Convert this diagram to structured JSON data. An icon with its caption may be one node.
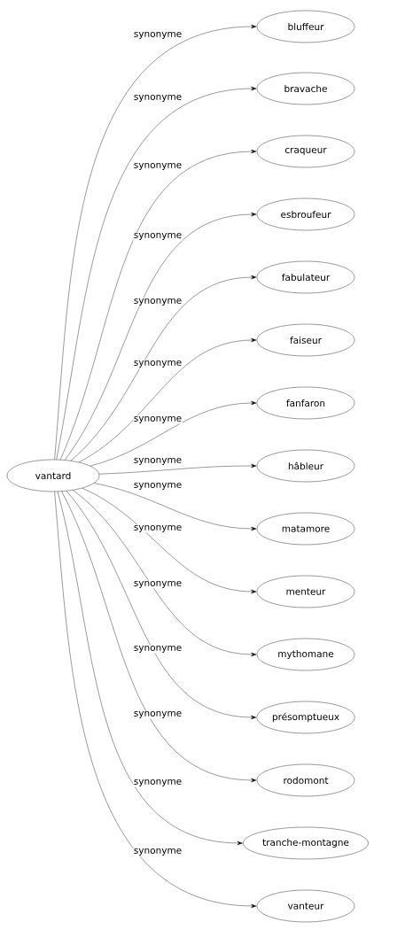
{
  "diagram": {
    "nodes": [
      {
        "text": [
          "vantard"
        ]
      },
      {
        "text": [
          "bluffeur"
        ]
      },
      {
        "text": [
          "bravache"
        ]
      },
      {
        "text": [
          "craqueur"
        ]
      },
      {
        "text": [
          "esbroufeur"
        ]
      },
      {
        "text": [
          "fabulateur"
        ]
      },
      {
        "text": [
          "faiseur"
        ]
      },
      {
        "text": [
          "fanfaron"
        ]
      },
      {
        "text": [
          "hâbleur"
        ]
      },
      {
        "text": [
          "matamore"
        ]
      },
      {
        "text": [
          "menteur"
        ]
      },
      {
        "text": [
          "mythomane"
        ]
      },
      {
        "text": [
          "présomptueux"
        ]
      },
      {
        "text": [
          "rodomont"
        ]
      },
      {
        "text": [
          "tranche-montagne"
        ]
      },
      {
        "text": [
          "vanteur"
        ]
      }
    ],
    "edges": [
      {
        "from": 0,
        "to": 1,
        "arrow": "to",
        "label": "synonyme"
      },
      {
        "from": 0,
        "to": 2,
        "arrow": "to",
        "label": "synonyme"
      },
      {
        "from": 0,
        "to": 3,
        "arrow": "to",
        "label": "synonyme"
      },
      {
        "from": 0,
        "to": 4,
        "arrow": "to",
        "label": "synonyme"
      },
      {
        "from": 0,
        "to": 5,
        "arrow": "to",
        "label": "synonyme"
      },
      {
        "from": 0,
        "to": 6,
        "arrow": "to",
        "label": "synonyme"
      },
      {
        "from": 0,
        "to": 7,
        "arrow": "to",
        "label": "synonyme"
      },
      {
        "from": 0,
        "to": 8,
        "arrow": "to",
        "label": "synonyme"
      },
      {
        "from": 0,
        "to": 9,
        "arrow": "to",
        "label": "synonyme"
      },
      {
        "from": 0,
        "to": 10,
        "arrow": "to",
        "label": "synonyme"
      },
      {
        "from": 0,
        "to": 11,
        "arrow": "to",
        "label": "synonyme"
      },
      {
        "from": 0,
        "to": 12,
        "arrow": "to",
        "label": "synonyme"
      },
      {
        "from": 0,
        "to": 13,
        "arrow": "to",
        "label": "synonyme"
      },
      {
        "from": 0,
        "to": 14,
        "arrow": "to",
        "label": "synonyme"
      },
      {
        "from": 0,
        "to": 15,
        "arrow": "to",
        "label": "synonyme"
      }
    ]
  }
}
